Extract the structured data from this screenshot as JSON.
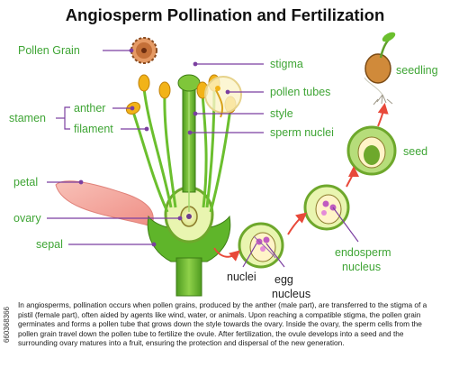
{
  "title": "Angiosperm Pollination and Fertilization",
  "labels": {
    "pollen_grain": "Pollen Grain",
    "stamen": "stamen",
    "anther": "anther",
    "filament": "filament",
    "petal": "petal",
    "ovary": "ovary",
    "sepal": "sepal",
    "stigma": "stigma",
    "pollen_tubes": "pollen tubes",
    "style": "style",
    "sperm_nuclei": "sperm nuclei",
    "nuclei": "nuclei",
    "egg": "egg",
    "nucleus_egg": "nucleus",
    "endosperm": "endosperm",
    "nucleus_endosperm": "nucleus",
    "seed": "seed",
    "seedling": "seedling"
  },
  "description": "In angiosperms, pollination occurs when pollen grains, produced by the anther (male part), are transferred to the stigma of a pistil (female part), often aided by agents like wind, water, or animals. Upon reaching a compatible stigma, the pollen grain germinates and forms a pollen tube that grows down the style towards the ovary. Inside the ovary, the sperm cells from the pollen grain travel down the pollen tube to fertilize the ovule. After fertilization, the ovule develops into a seed and the surrounding ovary matures into a fruit, ensuring the protection and dispersal of the new generation.",
  "watermark": "660368366",
  "colors": {
    "label_green": "#3fa535",
    "leader_purple": "#7b3fa0",
    "arrow_red": "#e8493a",
    "stem_green": "#6bbf2e",
    "petal_pink": "#f4a9a0",
    "anther_yellow": "#f2b318"
  }
}
